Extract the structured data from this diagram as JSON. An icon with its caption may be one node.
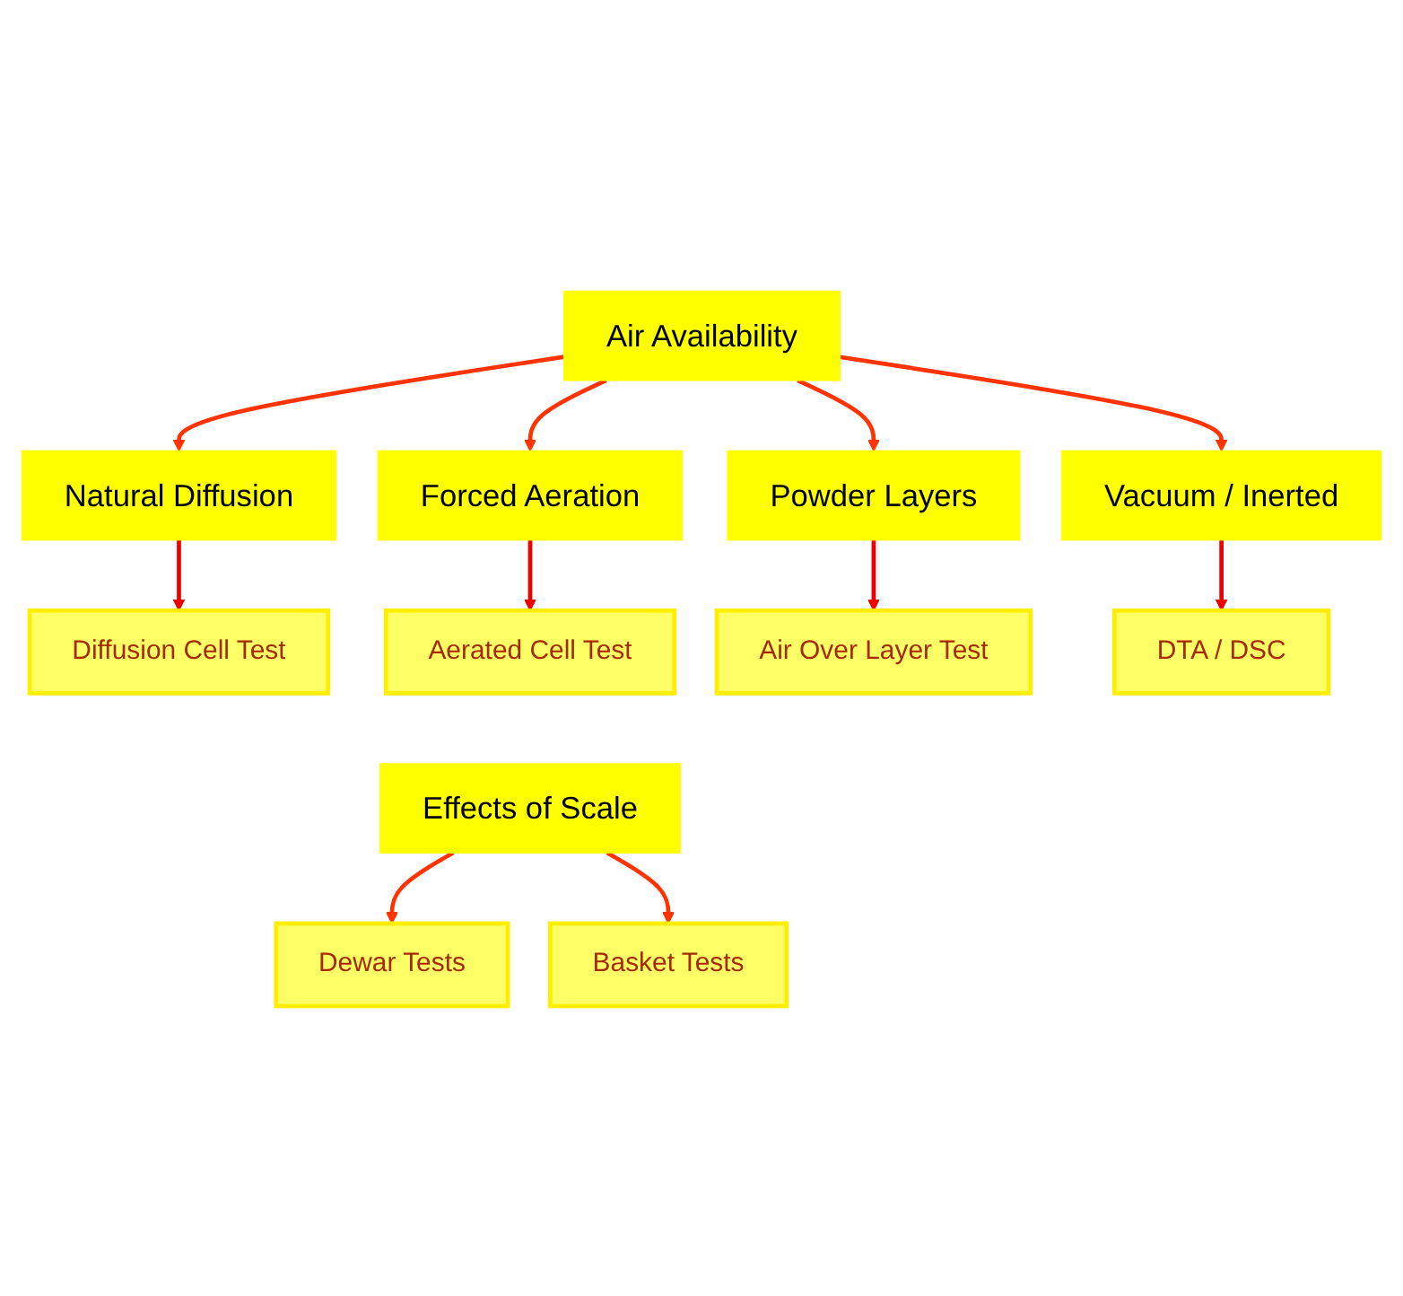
{
  "diagram": {
    "nodes": [
      {
        "text": [
          "Air Availability"
        ]
      },
      {
        "text": [
          "Natural Diffusion"
        ]
      },
      {
        "text": [
          "Forced Aeration"
        ]
      },
      {
        "text": [
          "Powder Layers"
        ]
      },
      {
        "text": [
          "Vacuum / Inerted"
        ]
      },
      {
        "text": [
          "Diffusion Cell Test"
        ]
      },
      {
        "text": [
          "Aerated Cell Test"
        ]
      },
      {
        "text": [
          "Air Over Layer Test"
        ]
      },
      {
        "text": [
          "DTA / DSC"
        ]
      },
      {
        "text": [
          "Effects of Scale"
        ]
      },
      {
        "text": [
          "Dewar Tests"
        ]
      },
      {
        "text": [
          "Basket Tests"
        ]
      }
    ],
    "edges": [
      {
        "from": 0,
        "to": 1,
        "arrow": "to"
      },
      {
        "from": 0,
        "to": 2,
        "arrow": "to"
      },
      {
        "from": 0,
        "to": 3,
        "arrow": "to"
      },
      {
        "from": 0,
        "to": 4,
        "arrow": "to"
      },
      {
        "from": 1,
        "to": 5,
        "arrow": "to",
        "color": "#ee0000"
      },
      {
        "from": 2,
        "to": 6,
        "arrow": "to",
        "color": "#ee0000"
      },
      {
        "from": 3,
        "to": 7,
        "arrow": "to",
        "color": "#ee0000"
      },
      {
        "from": 4,
        "to": 8,
        "arrow": "to",
        "color": "#ee0000"
      },
      {
        "from": 9,
        "to": 10,
        "arrow": "to"
      },
      {
        "from": 9,
        "to": 11,
        "arrow": "to"
      }
    ]
  }
}
